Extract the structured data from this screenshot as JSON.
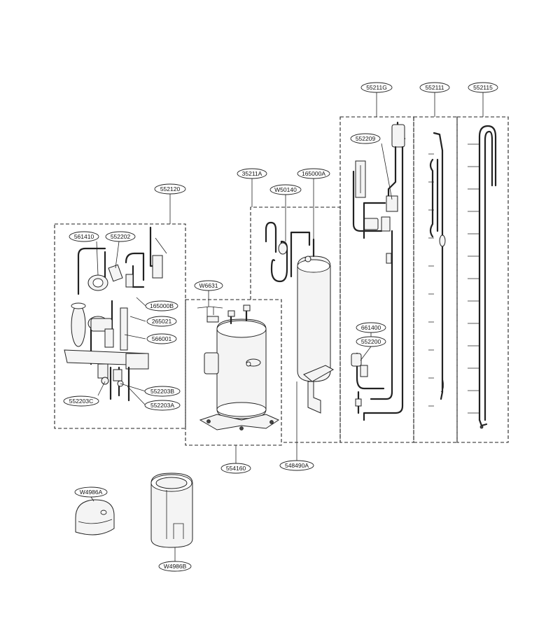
{
  "labels": {
    "p552120": "552120",
    "p561410": "561410",
    "p552202": "552202",
    "p165000B": "165000B",
    "p265021": "265021",
    "p566001": "566001",
    "p552203C": "552203C",
    "p552203B": "552203B",
    "p552203A": "552203A",
    "pW6631": "W6631",
    "p554160": "554160",
    "p35211A": "35211A",
    "pW50140": "W50140",
    "p165000A": "165000A",
    "p548490A": "548490A",
    "p55211G": "55211G",
    "p552209": "552209",
    "p661400": "661400",
    "p552200": "552200",
    "p552111": "552111",
    "p552115": "552115",
    "pW4986A": "W4986A",
    "pW4986B": "W4986B"
  }
}
